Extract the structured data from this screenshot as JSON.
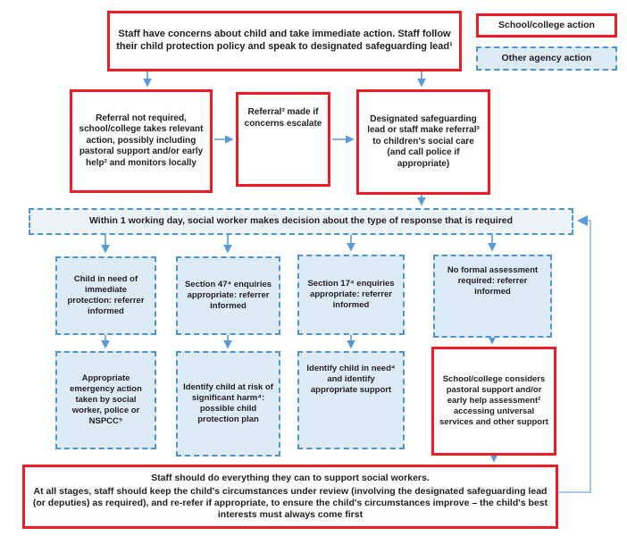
{
  "legend": {
    "school_action": "School/college action",
    "agency_action": "Other agency action"
  },
  "boxes": {
    "top": "Staff have concerns about child and take immediate action. Staff follow their child protection policy and speak to designated safeguarding lead¹",
    "referral_not_required": "Referral not required, school/college takes relevant action, possibly including pastoral support and/or early help² and monitors locally",
    "referral_made": "Referral³ made if concerns escalate",
    "dsl_referral": "Designated safeguarding lead or staff make referral³ to children's social care (and call police if appropriate)",
    "decision": "Within 1 working day, social worker makes decision about the type of response that is required",
    "immediate_protection": "Child in need of immediate protection: referrer informed",
    "section_47": "Section 47⁴ enquiries appropriate: referrer informed",
    "section_17": "Section 17⁴ enquiries appropriate: referrer informed",
    "no_formal_assessment": "No formal assessment required: referrer informed",
    "emergency_action": "Appropriate emergency action taken by social worker, police or NSPCC⁵",
    "significant_harm": "Identify child at risk of significant harm⁴: possible child protection plan",
    "child_in_need": "Identify child in need⁴ and identify appropriate support",
    "pastoral_support": "School/college considers pastoral support and/or early help assessment² accessing universal services and other support",
    "bottom_line1": "Staff should do everything they can to support social workers.",
    "bottom_line2": "At all stages, staff should keep the child's circumstances under review (involving the designated safeguarding lead (or deputies) as required), and re-refer if appropriate, to ensure the child's circumstances improve – the child's best interests must always come first"
  },
  "colors": {
    "red_border": "#ee1c24",
    "blue_border": "#4f93d7",
    "blue_fill": "#ddebf7",
    "arrow": "#5b9bd5",
    "loop": "#a6c9e8"
  }
}
